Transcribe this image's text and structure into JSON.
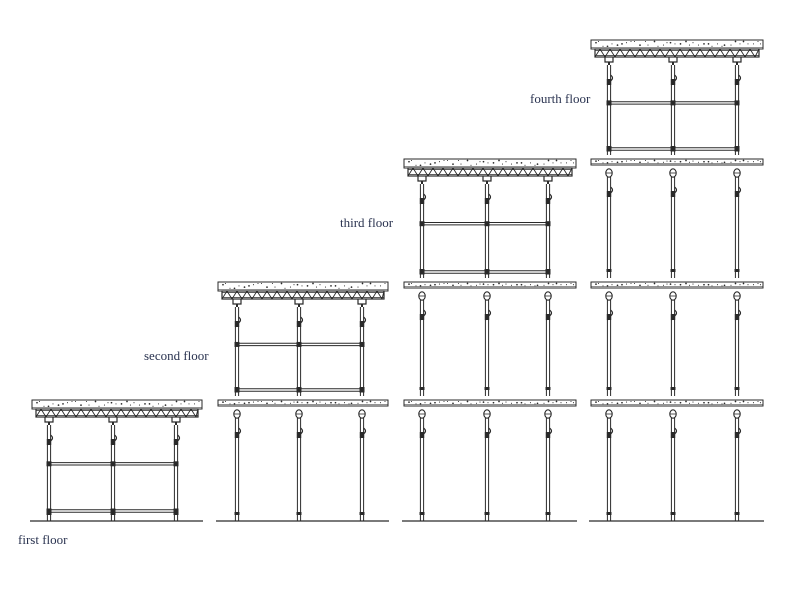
{
  "labels": {
    "first": "first floor",
    "second": "second floor",
    "third": "third floor",
    "fourth": "fourth floor"
  },
  "colors": {
    "line": "#2a2a2a",
    "label": "#2a3350",
    "background": "#ffffff"
  },
  "stages": [
    {
      "name": "first-floor-stage",
      "floors_built": 1
    },
    {
      "name": "second-floor-stage",
      "floors_built": 2
    },
    {
      "name": "third-floor-stage",
      "floors_built": 3
    },
    {
      "name": "fourth-floor-stage",
      "floors_built": 4
    }
  ]
}
